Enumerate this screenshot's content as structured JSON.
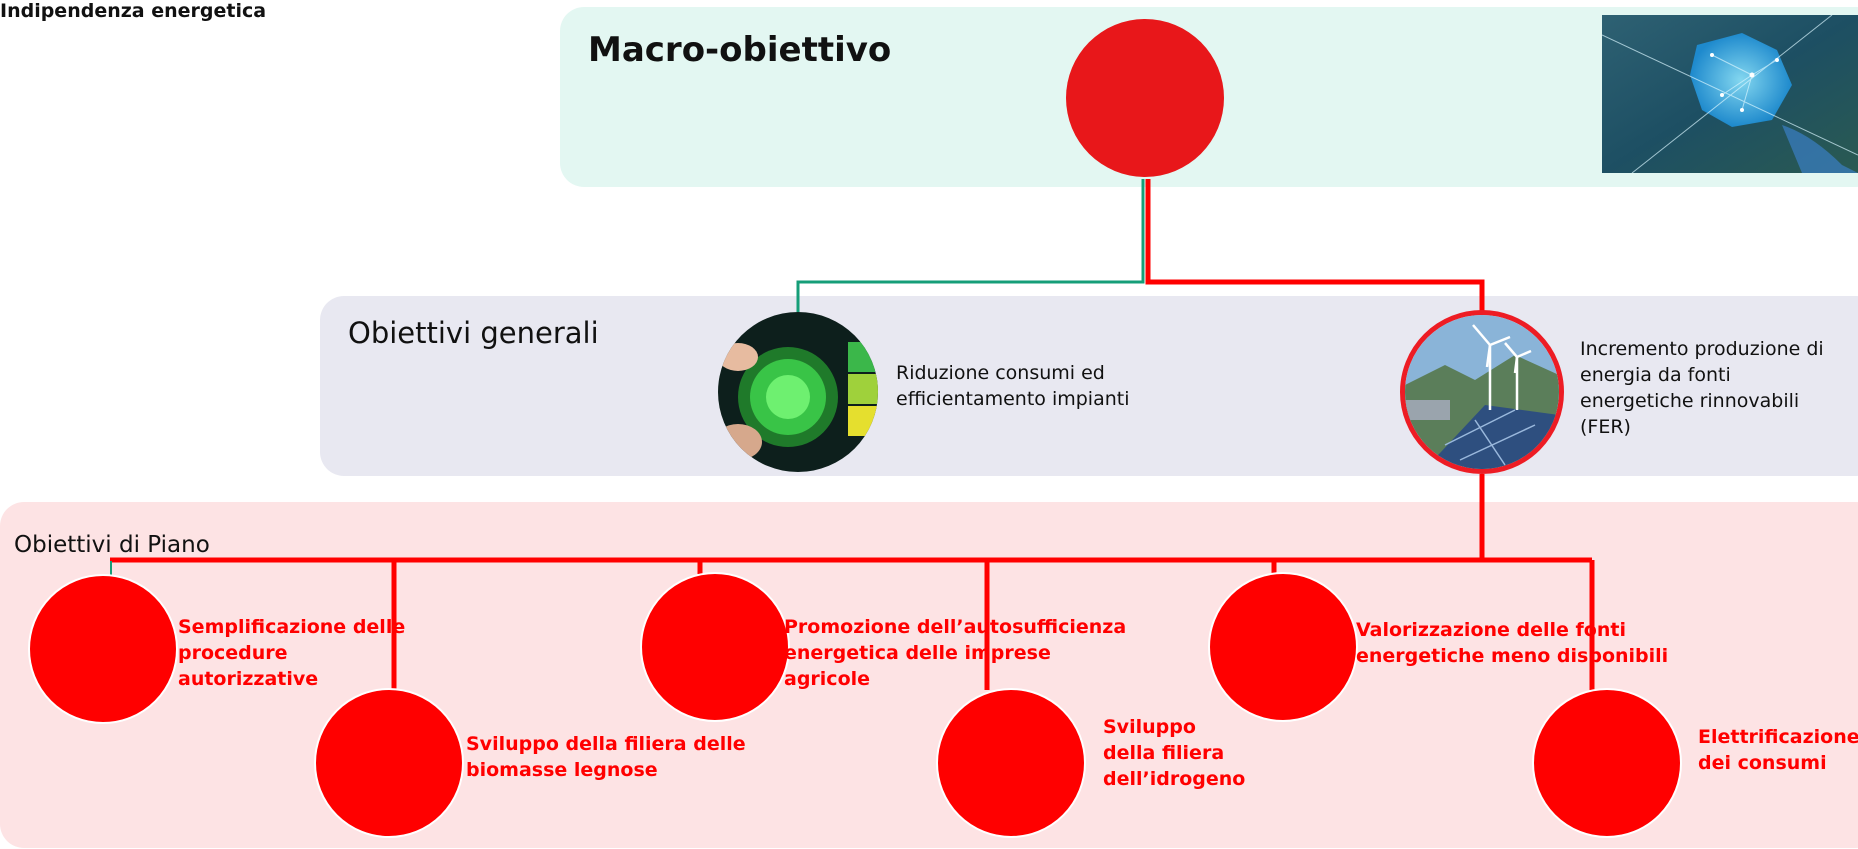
{
  "macro": {
    "title": "Macro-obiettivo",
    "label": "Indipendenza energetica"
  },
  "general": {
    "title": "Obiettivi generali",
    "items": [
      {
        "label": "Riduzione consumi ed efficientamento impianti"
      },
      {
        "label": "Incremento produzione di energia da fonti energetiche rinnovabili (FER)"
      }
    ]
  },
  "plan": {
    "title": "Obiettivi di Piano",
    "items": [
      {
        "label": "Semplificazione delle procedure autorizzative"
      },
      {
        "label": "Sviluppo della filiera delle biomasse legnose"
      },
      {
        "label": "Promozione dell’autosufficienza energetica delle imprese agricole"
      },
      {
        "label": "Sviluppo della filiera dell’idrogeno"
      },
      {
        "label": "Valorizzazione delle fonti energetiche meno disponibili"
      },
      {
        "label": "Elettrificazione dei consumi"
      }
    ]
  },
  "colors": {
    "accent_red": "#ff0000",
    "connector_green": "#159e78",
    "macro_panel": "#e3f7f2",
    "general_panel": "#e8e8f1",
    "plan_panel": "#fde3e4"
  }
}
